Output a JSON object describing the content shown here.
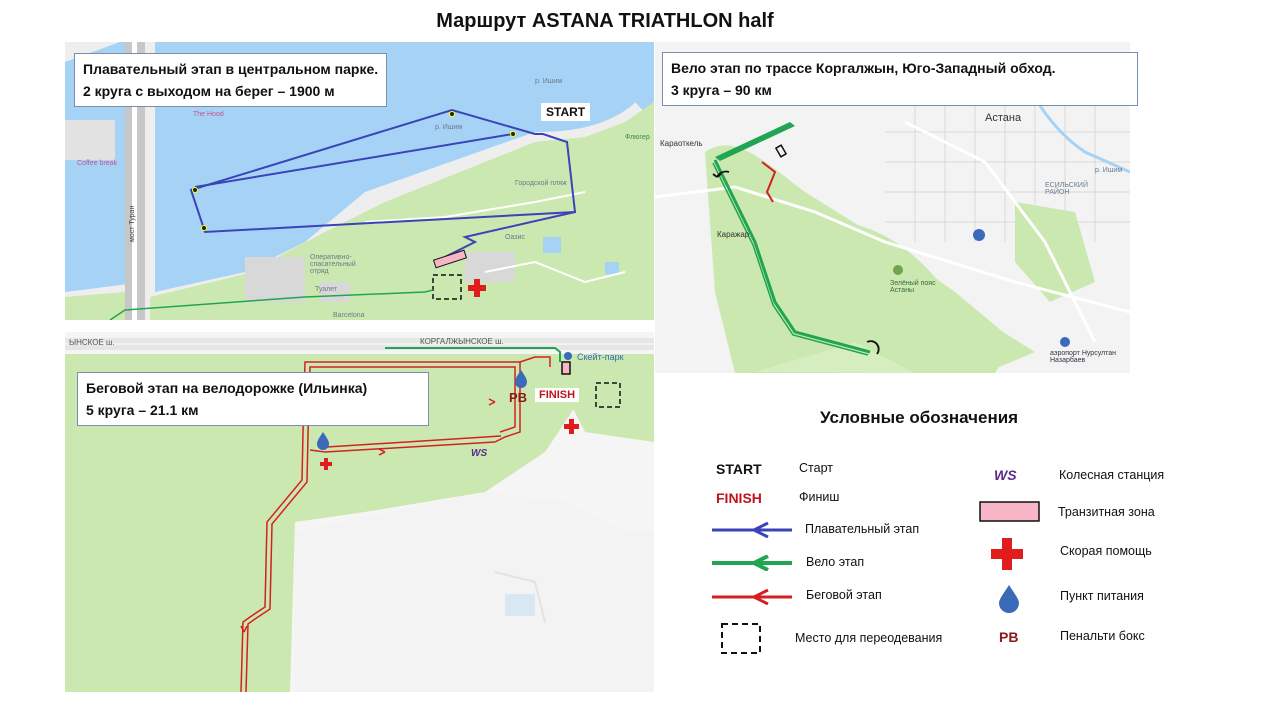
{
  "title": "Маршрут ASTANA TRIATHLON half",
  "swim_panel": {
    "line1": "Плавательный этап в центральном парке.",
    "line2": "2 круга с выходом на берег  – 1900 м",
    "start_label": "START",
    "map_labels": {
      "river": "р. Ишим",
      "river2": "р. Ишим",
      "hood": "The Hood",
      "coffee": "Coffee break",
      "flag": "Флюгер",
      "beach": "Городской пляж",
      "oasis": "Оазис",
      "bridge": "мост Туран",
      "rescue": "Оперативно-спасательный отряд",
      "toilet": "Туалет",
      "bar": "Barcelona"
    }
  },
  "bike_panel": {
    "line1": "Вело этап по трассе  Коргалжын, Юго-Западный обход.",
    "line2": "3 круга – 90 км",
    "map_labels": {
      "karaotkel": "Караоткель",
      "astana": "Астана",
      "karazhar": "Каражар",
      "green_belt": "Зелёный пояс Астаны",
      "airport": "аэропорт Нурсултан Назарбаев",
      "ishim": "р. Ишим",
      "district": "ЕСИЛЬСКИЙ РАЙОН"
    }
  },
  "run_panel": {
    "line1": "Беговой этап на велодорожке (Ильинка)",
    "line2": "5 круга – 21.1 км",
    "road_label": "КОРГАЛЖЫНСКОЕ ш.",
    "road_label_left": "ЫНСКОЕ ш.",
    "skate_park": "Скейт-парк",
    "pb": "PB",
    "finish": "FINISH",
    "ws": "WS"
  },
  "legend": {
    "title": "Условные обозначения",
    "items": [
      {
        "symbol": "START",
        "label": "Старт"
      },
      {
        "symbol": "FINISH",
        "label": "Финиш"
      },
      {
        "label": "Плавательный этап"
      },
      {
        "label": "Вело этап"
      },
      {
        "label": "Беговой этап"
      },
      {
        "label": "Место для переодевания"
      },
      {
        "symbol": "WS",
        "label": "Колесная станция"
      },
      {
        "label": "Транзитная зона"
      },
      {
        "label": "Скорая помощь"
      },
      {
        "label": "Пункт питания"
      },
      {
        "symbol": "PB",
        "label": "Пенальти бокс"
      }
    ]
  },
  "colors": {
    "swim": "#3a44b8",
    "bike": "#22a552",
    "run": "#d42020",
    "water": "#a6d3f5",
    "park": "#cbe8b0",
    "land": "#f2f2f2",
    "transit": "#f7b6c8",
    "ws": "#5b2a8a",
    "pb": "#8b1a1a"
  }
}
